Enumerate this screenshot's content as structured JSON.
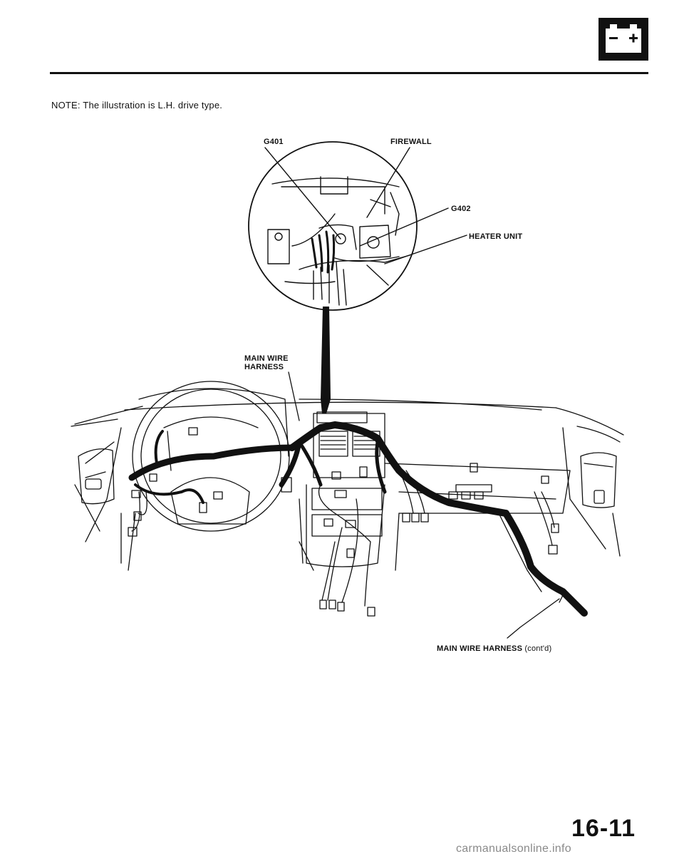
{
  "note": "NOTE: The illustration is L.H. drive type.",
  "labels": {
    "g401": "G401",
    "firewall": "FIREWALL",
    "g402": "G402",
    "heater_unit": "HEATER UNIT",
    "main_wire_harness_line1": "MAIN WIRE",
    "main_wire_harness_line2": "HARNESS",
    "main_wire_harness_cont": "MAIN WIRE HARNESS",
    "cont_suffix": "(cont'd)"
  },
  "page_number": "16-11",
  "watermark": "carmanualsonline.info",
  "icons": {
    "section_icon": "battery-icon"
  }
}
